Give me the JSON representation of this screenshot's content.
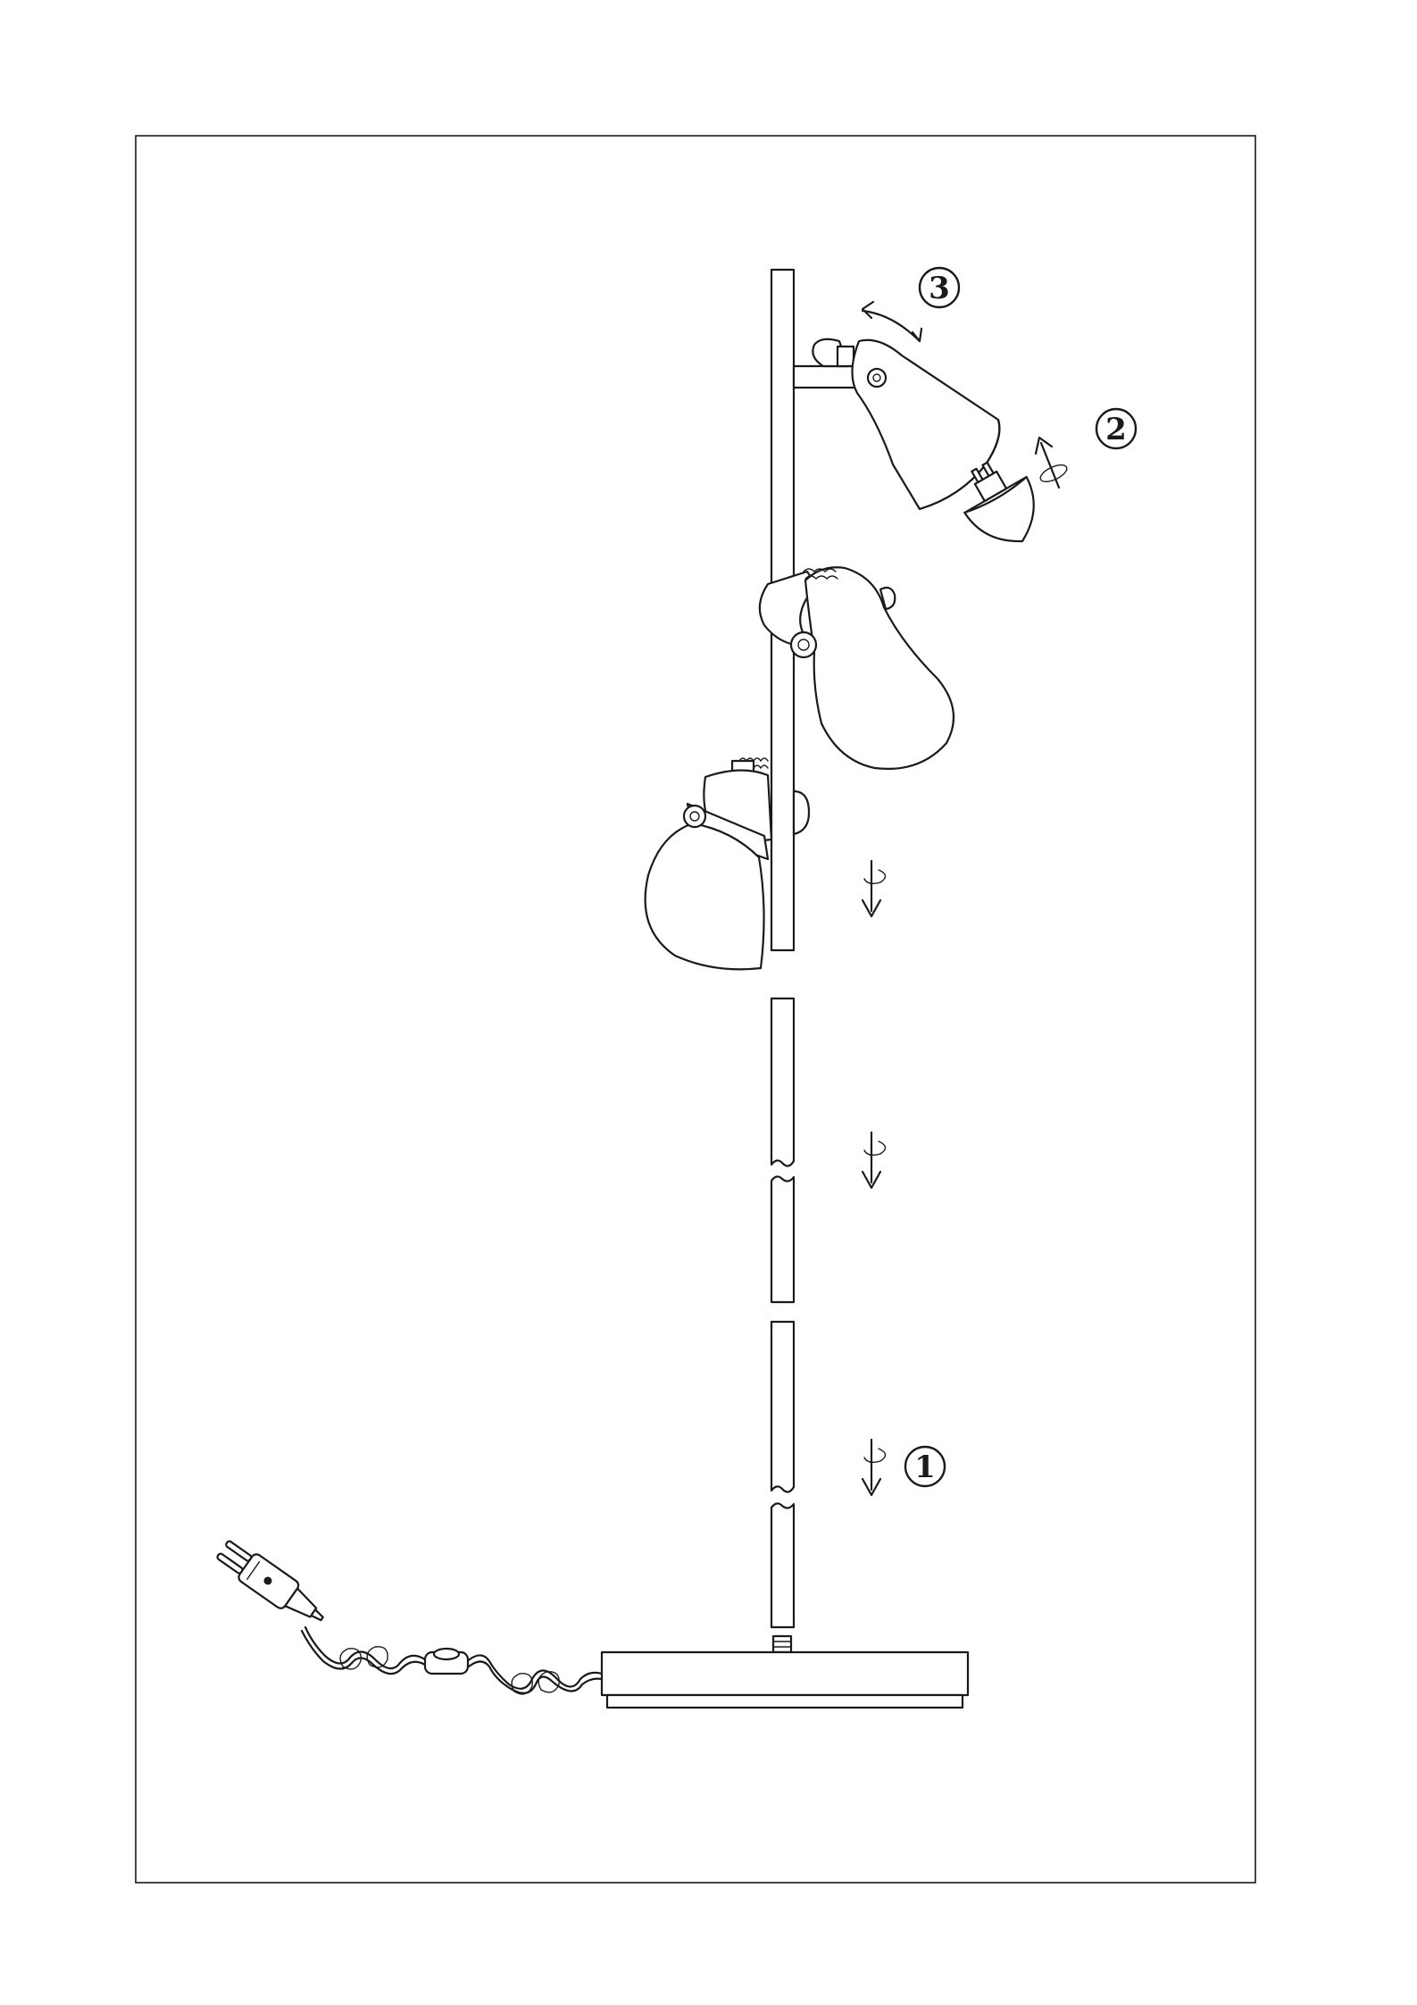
{
  "steps": [
    {
      "label": "1"
    },
    {
      "label": "2"
    },
    {
      "label": "3"
    }
  ],
  "icons": [
    "screw-down-arrow-icon",
    "rotate-arrow-icon",
    "bulb-icon",
    "plug-icon",
    "switch-icon"
  ],
  "colors": {
    "line": "#1a1a1a",
    "background": "#ffffff"
  }
}
